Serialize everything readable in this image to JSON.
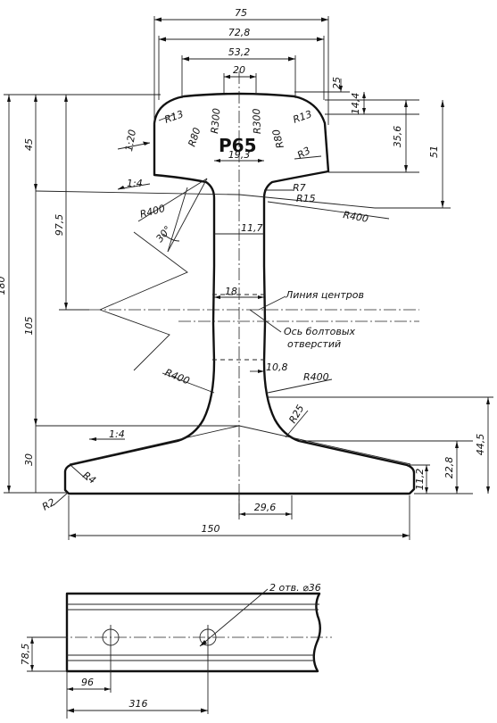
{
  "profile_name": "Р65",
  "dimensions": {
    "total_width_top": "75",
    "head_width": "72,8",
    "head_inner": "53,2",
    "head_crown": "20",
    "crown_drop": "25",
    "head_side": "14,4",
    "head_height": "35,6",
    "head_total": "51",
    "web_thickness": "19,3",
    "upper_left": "45",
    "mid_left": "97,5",
    "left_total": "180",
    "web_height": "105",
    "foot_height": "30",
    "web_inner": "11,7",
    "web_center": "18",
    "web_lower": "10,8",
    "foot_width": "150",
    "foot_center": "29,6",
    "foot_edge": "11,2",
    "foot_side": "22,8",
    "foot_total": "44,5"
  },
  "slopes": {
    "head_slope": "1:20",
    "underhead_slope": "1:4",
    "foot_slope": "1:4"
  },
  "angle": "30°",
  "radii": {
    "r13_left": "R13",
    "r13_right": "R13",
    "r80_left": "R80",
    "r80_right": "R80",
    "r300_left": "R300",
    "r300_right": "R300",
    "r3": "R3",
    "r7": "R7",
    "r15": "R15",
    "r400_upper_left": "R400",
    "r400_upper_right": "R400",
    "r400_lower_left": "R400",
    "r400_lower_right": "R400",
    "r25": "R25",
    "r4": "R4",
    "r2": "R2"
  },
  "labels": {
    "center_line": "Линия центров",
    "bolt_axis_1": "Ось болтовых",
    "bolt_axis_2": "отверстий"
  },
  "side_view": {
    "holes_label": "2 отв. ⌀36",
    "hole_height": "78,5",
    "first_hole": "96",
    "second_hole": "316"
  }
}
